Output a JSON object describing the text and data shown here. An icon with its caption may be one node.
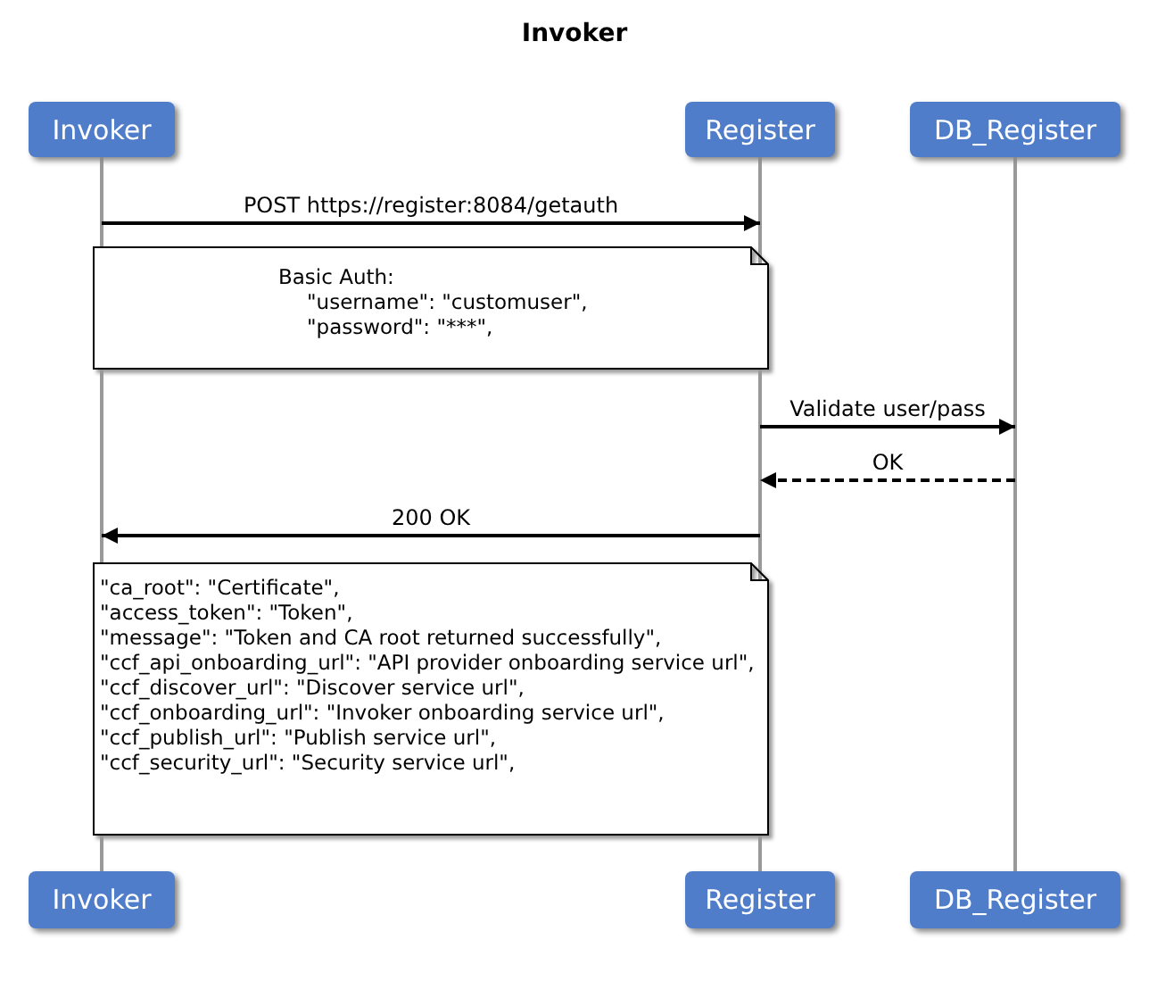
{
  "diagram": {
    "title": "Invoker",
    "nodes": [
      {
        "text": [
          "Invoker"
        ]
      },
      {
        "text": [
          "Register"
        ]
      },
      {
        "text": [
          "DB_Register"
        ]
      },
      {
        "text": [
          "Invoker"
        ]
      },
      {
        "text": [
          "Register"
        ]
      },
      {
        "text": [
          "DB_Register"
        ]
      },
      {
        "text": [
          "Basic Auth:",
          "\"username\": \"customuser\",",
          "\"password\": \"***\","
        ]
      },
      {
        "text": [
          "\"ca_root\": \"Certificate\",",
          "\"access_token\": \"Token\",",
          "\"message\": \"Token and CA root returned successfully\",",
          "\"ccf_api_onboarding_url\": \"API provider onboarding service url\",",
          "\"ccf_discover_url\": \"Discover service url\",",
          "\"ccf_onboarding_url\": \"Invoker onboarding service url\",",
          "\"ccf_publish_url\": \"Publish service url\",",
          "\"ccf_security_url\": \"Security service url\","
        ]
      },
      {
        "text": [],
        "shape": "bar"
      },
      {
        "text": [],
        "shape": "bar"
      },
      {
        "text": [],
        "shape": "bar"
      }
    ],
    "edges": [
      {
        "from": 8,
        "to": 9,
        "arrow": "to",
        "label": "POST https://register:8084/getauth"
      },
      {
        "from": 9,
        "to": 10,
        "arrow": "to",
        "label": "Validate user/pass"
      },
      {
        "from": 10,
        "to": 9,
        "arrow": "to",
        "label": "OK",
        "style": "dashed"
      },
      {
        "from": 9,
        "to": 8,
        "arrow": "to",
        "label": "200 OK"
      }
    ]
  }
}
